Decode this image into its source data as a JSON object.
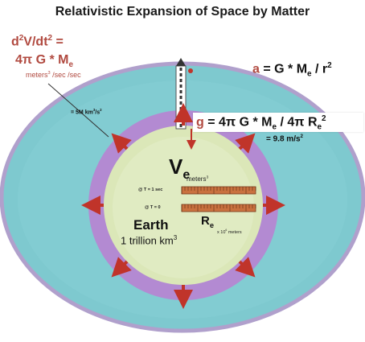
{
  "title": "Relativistic Expansion of Space by Matter",
  "colors": {
    "outer_disk": "#7ec9cf",
    "outer_rim": "#b0a0cc",
    "purple_ring": "#b38ad2",
    "earth_disk": "#dbe7b8",
    "arrow_red": "#c0342a",
    "label_brown": "#b14a40",
    "ruler": "#c9713f"
  },
  "left_formula": {
    "line1_prefix": "d",
    "line1_sup": "2",
    "line1_mid": "V/dt",
    "line1_sup2": "2",
    "line1_suffix": " =",
    "line2": "4π G * M",
    "line2_sub": "e",
    "line3_prefix": "meters",
    "line3_sup": "3",
    "line3_suffix": " /sec /sec"
  },
  "outer_rate": {
    "prefix": "= 5M km",
    "sup": "3",
    "mid": "/s",
    "sup2": "2"
  },
  "accel_formula": {
    "var": "a",
    "eq": " = G * M",
    "sub": "e",
    "rest": " / r",
    "sup": "2"
  },
  "gravity_formula": {
    "var": "g",
    "eq": " = 4π G * M",
    "sub": "e",
    "rest": " / 4π R",
    "sub2": "e",
    "sup": "2"
  },
  "gravity_value": {
    "prefix": "= 9.8 m/s",
    "sup": "2"
  },
  "volume_symbol": {
    "main": "V",
    "sub": "e"
  },
  "volume_units": {
    "prefix": "meters",
    "sup": "3"
  },
  "ruler_labels": {
    "top": "@ T = 1 sec",
    "bottom": "@ T = 0"
  },
  "earth": {
    "name": "Earth",
    "volume_prefix": "1 trillion km",
    "volume_sup": "3"
  },
  "radius_symbol": {
    "main": "R",
    "sub": "e"
  },
  "radius_value": {
    "prefix": "x 10",
    "sup": "6",
    "suffix": " meters"
  }
}
